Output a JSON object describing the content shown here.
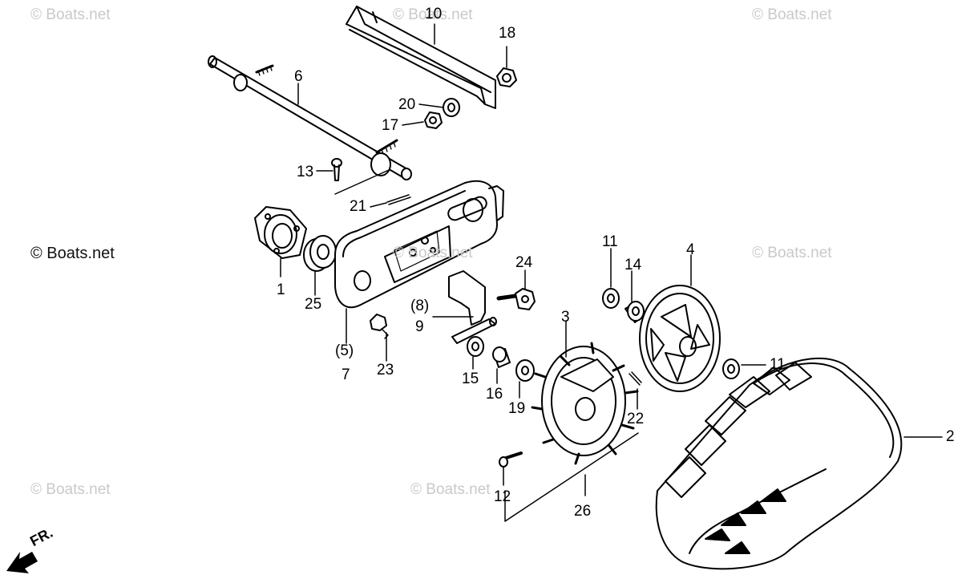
{
  "diagram": {
    "watermarks": [
      "© Boats.net",
      "© Boats.net",
      "© Boats.net",
      "© Boats.net",
      "© Boats.net",
      "© Boats.net",
      "© Boats.net",
      "© Boats.net"
    ],
    "direction_label": "FR.",
    "callouts": {
      "p1": "1",
      "p2": "2",
      "p3": "3",
      "p4": "4",
      "p5": "(5)",
      "p6": "6",
      "p7": "7",
      "p8": "(8)",
      "p9": "9",
      "p10": "10",
      "p11a": "11",
      "p11b": "11",
      "p12": "12",
      "p13": "13",
      "p14": "14",
      "p15": "15",
      "p16": "16",
      "p17": "17",
      "p18": "18",
      "p19": "19",
      "p20": "20",
      "p21": "21",
      "p22": "22",
      "p23": "23",
      "p24": "24",
      "p25": "25",
      "p26": "26"
    }
  }
}
